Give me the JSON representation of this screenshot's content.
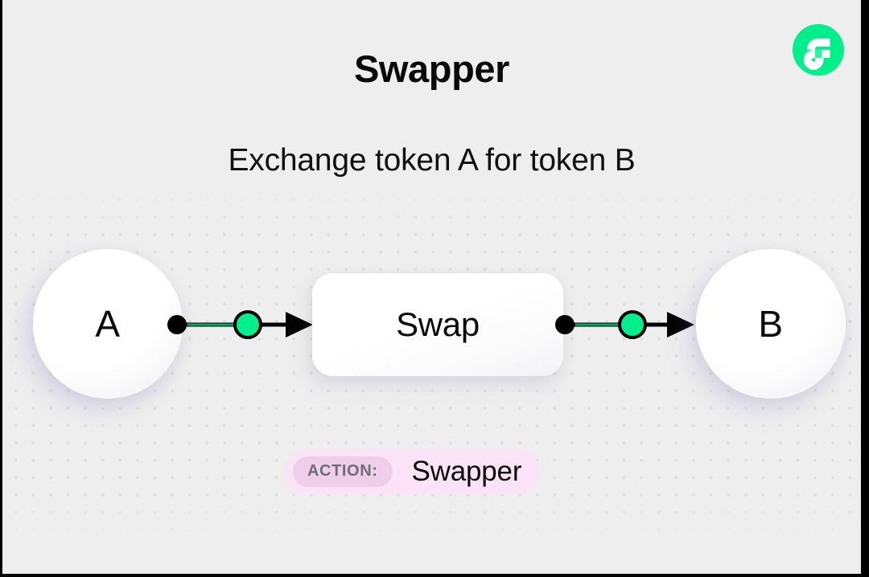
{
  "page": {
    "title": "Swapper",
    "subtitle": "Exchange token A for token B",
    "background_color": "#eeeeee",
    "accent_color": "#00ef8b",
    "dot_grid_color": "#dedede"
  },
  "logo": {
    "name": "flow-logo",
    "icon": "flow-blockchain-icon",
    "circle_color": "#00ef8b",
    "glyph_color": "#ffffff",
    "accent_square_color": "#2bf79e"
  },
  "diagram": {
    "nodes": [
      {
        "id": "token-a",
        "label": "A",
        "shape": "circle"
      },
      {
        "id": "swap",
        "label": "Swap",
        "shape": "rounded-rect"
      },
      {
        "id": "token-b",
        "label": "B",
        "shape": "circle"
      }
    ],
    "connectors": [
      {
        "id": "connector-left",
        "from": "token-a",
        "to": "swap",
        "source_dot_color": "#000000",
        "marker_color": "#00ef8b",
        "line_color": "#000000",
        "arrow_color": "#000000"
      },
      {
        "id": "connector-right",
        "from": "swap",
        "to": "token-b",
        "source_dot_color": "#000000",
        "marker_color": "#00ef8b",
        "line_color": "#000000",
        "arrow_color": "#000000"
      }
    ]
  },
  "action_badge": {
    "key": "ACTION:",
    "value": "Swapper",
    "background_color": "#fbe3f7",
    "pill_color": "#eecee8",
    "key_color": "#6e6e76",
    "value_color": "#0b0b0b"
  }
}
